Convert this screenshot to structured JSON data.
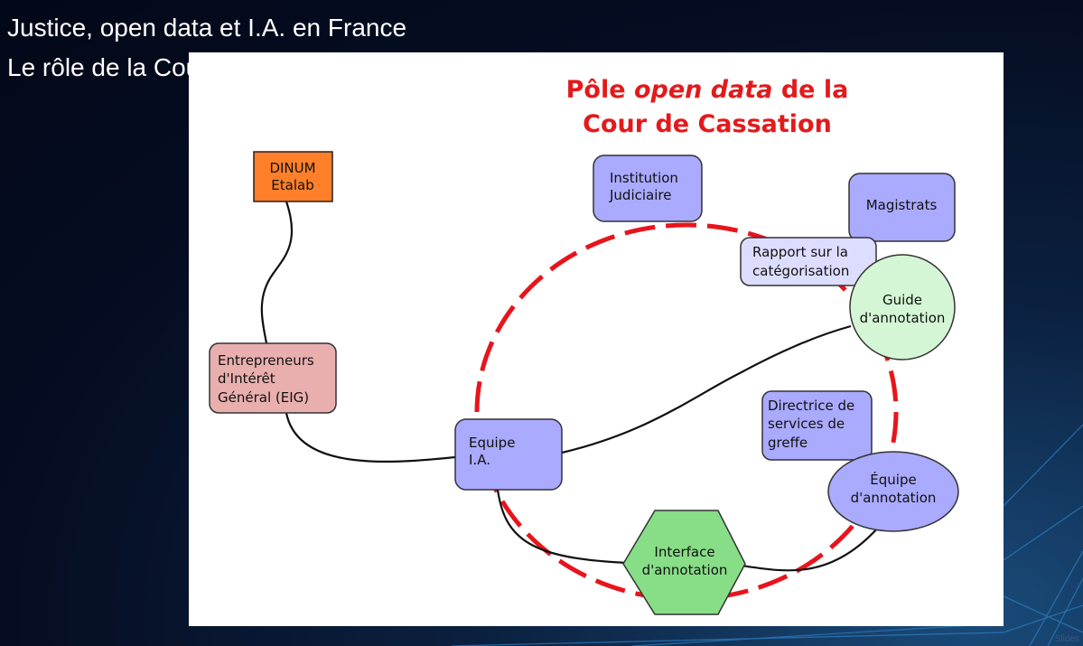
{
  "slide": {
    "title_line1": "Justice, open data et I.A. en France",
    "title_line2": "Le rôle de la Cour de cassation",
    "watermark": "Slides"
  },
  "diagram": {
    "heading_line1_pre": "Pôle ",
    "heading_line1_em": "open data",
    "heading_line1_post": " de la",
    "heading_line2": "Cour de Cassation",
    "nodes": {
      "dinum": [
        "DINUM",
        "Etalab"
      ],
      "eig": [
        "Entrepreneurs",
        "d'Intérêt",
        "Général (EIG)"
      ],
      "institution": [
        "Institution",
        "Judiciaire"
      ],
      "magistrats": [
        "Magistrats"
      ],
      "rapport": [
        "Rapport sur la",
        "catégorisation"
      ],
      "guide": [
        "Guide",
        "d'annotation"
      ],
      "directrice": [
        "Directrice de",
        "services de",
        "greffe"
      ],
      "equipe_annot": [
        "Équipe",
        "d'annotation"
      ],
      "equipe_ia": [
        "Equipe",
        "I.A."
      ],
      "interface": [
        "Interface",
        "d'annotation"
      ]
    },
    "colors": {
      "heading_red": "#e31a1c",
      "ring_red": "#e8141c",
      "blue_node": "#aaaaff",
      "orange_node": "#ff7f2a",
      "pink_node": "#e9afaf",
      "light_green_node": "#d5f6d5",
      "green_node": "#87de87",
      "light_blue_node": "#ddddff"
    }
  }
}
